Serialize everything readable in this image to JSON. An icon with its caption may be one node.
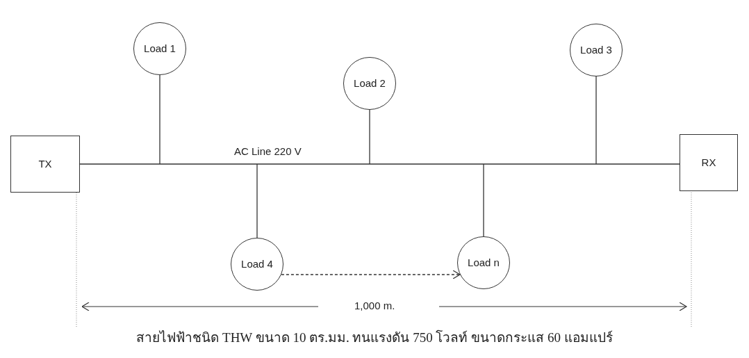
{
  "diagram": {
    "caption": "สายไฟฟ้าชนิด THW ขนาด 10 ตร.มม. ทนแรงดัน 750 โวลท์ ขนาดกระแส 60 แอมแปร์",
    "nodes": [
      {
        "text": [
          "TX"
        ]
      },
      {
        "text": [
          "Load 1"
        ]
      },
      {
        "text": [
          "Load 2"
        ]
      },
      {
        "text": [
          "Load 3"
        ]
      },
      {
        "text": [
          "RX"
        ]
      },
      {
        "text": [
          "Load 4"
        ]
      },
      {
        "text": [
          "Load n"
        ]
      }
    ],
    "edges": [
      {
        "from": 0,
        "to": 4,
        "arrow": "none",
        "label": "AC Line 220 V"
      },
      {
        "from": 1,
        "to": null,
        "arrow": "none"
      },
      {
        "from": 2,
        "to": null,
        "arrow": "none"
      },
      {
        "from": 3,
        "to": null,
        "arrow": "none"
      },
      {
        "from": 5,
        "to": null,
        "arrow": "none"
      },
      {
        "from": 6,
        "to": null,
        "arrow": "none"
      },
      {
        "from": 5,
        "to": 6,
        "arrow": "to",
        "style": "dashed"
      }
    ],
    "labels": [
      "1,000 m."
    ]
  }
}
